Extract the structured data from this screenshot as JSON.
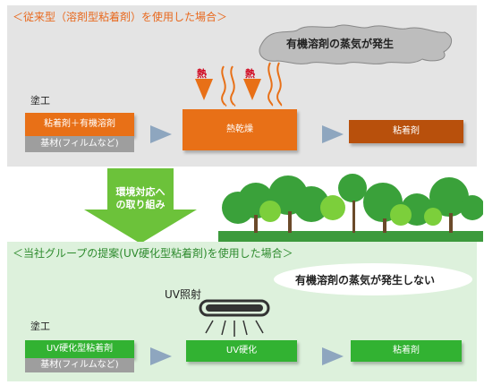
{
  "top": {
    "title": "＜従来型（溶剤型粘着剤）を使用した場合＞",
    "cloud_text": "有機溶剤の蒸気が発生",
    "coating_label": "塗工",
    "step1_top": "粘着剤＋有機溶剤",
    "step1_base": "基材(フィルムなど)",
    "heat_label_1": "熱",
    "heat_label_2": "熱",
    "step2": "熱乾燥",
    "step3": "粘着剤"
  },
  "middle": {
    "arrow_text_line1": "環境対応へ",
    "arrow_text_line2": "の取り組み"
  },
  "bottom": {
    "title": "＜当社グループの提案(UV硬化型粘着剤)を使用した場合＞",
    "bubble_text": "有機溶剤の蒸気が発生しない",
    "uv_label": "UV照射",
    "coating_label": "塗工",
    "step1_top": "UV硬化型粘着剤",
    "step1_base": "基材(フィルムなど)",
    "step2": "UV硬化",
    "step3": "粘着剤"
  },
  "colors": {
    "orange": "#e87017",
    "dark_orange": "#b8500c",
    "green": "#32b232",
    "arrow_blue": "#8ea6bf",
    "top_panel_bg": "#e4e4e4",
    "bottom_panel_bg": "#ddf1dc"
  },
  "icons": [
    "heat-arrow-icon",
    "steam-wave-icon",
    "uv-lamp-icon",
    "tree-icon"
  ]
}
